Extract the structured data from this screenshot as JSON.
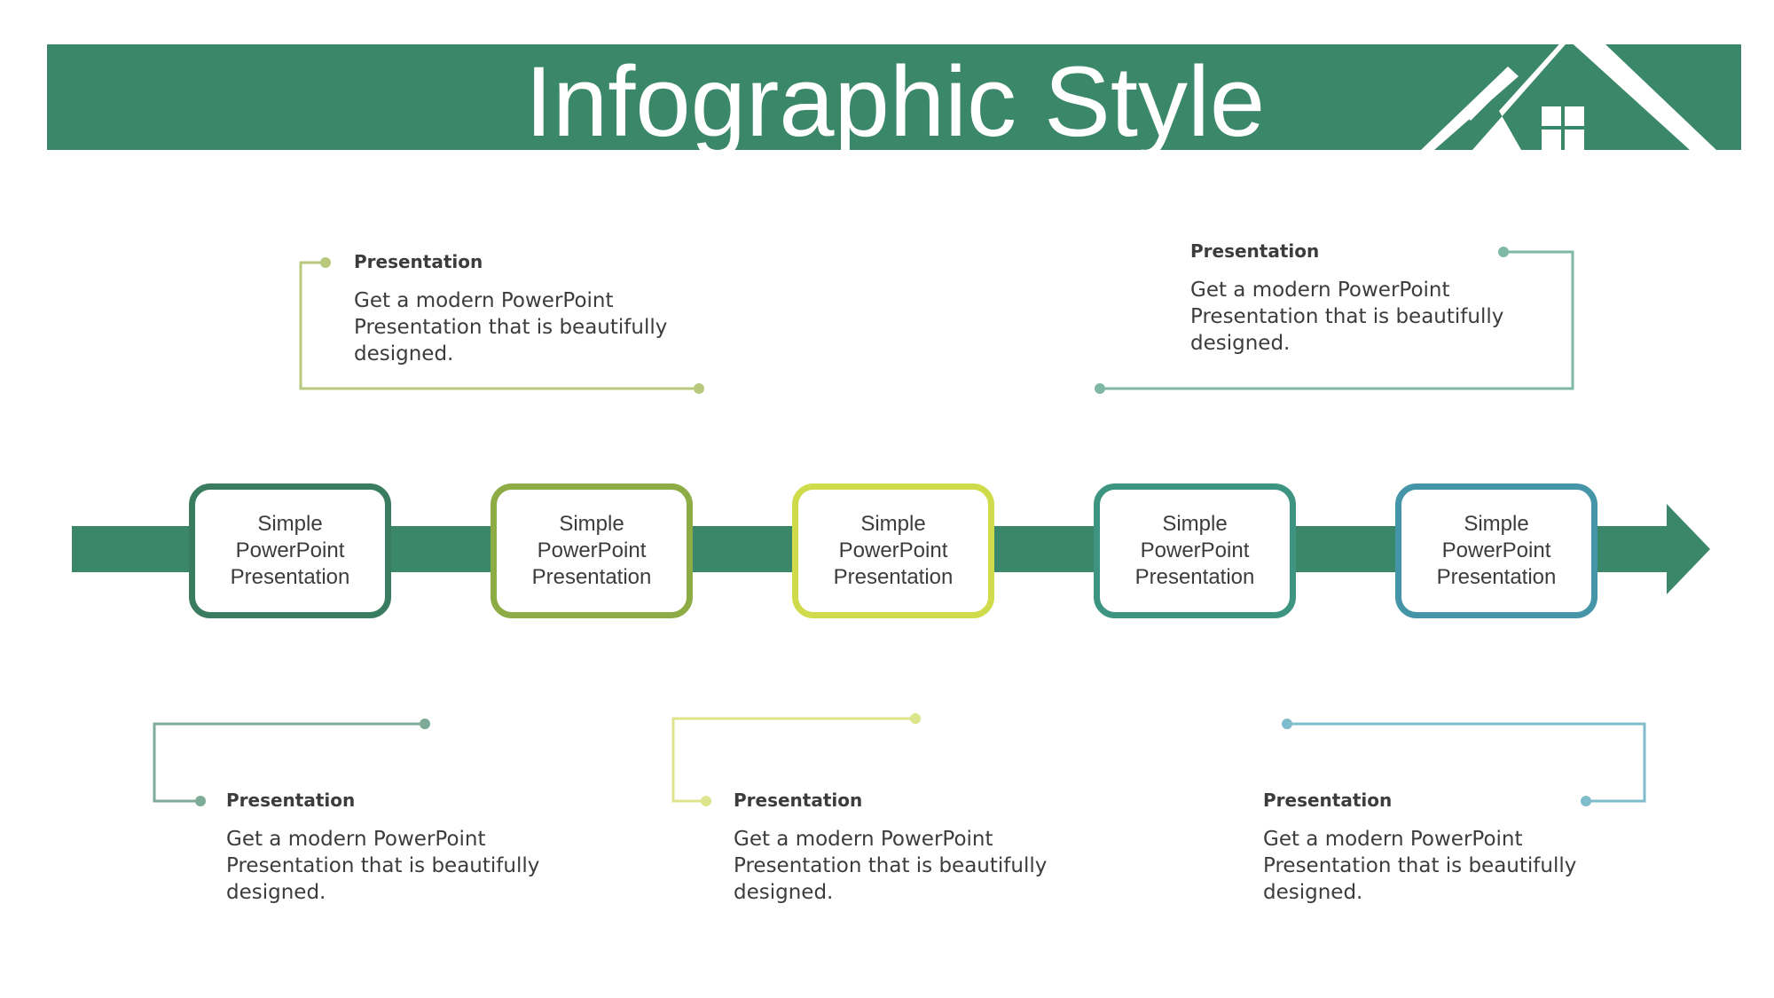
{
  "title": "Infographic Style",
  "colors": {
    "banner": "#3b8769",
    "arrow": "#3b8769",
    "box_borders": [
      "#3a7c5f",
      "#8eac45",
      "#cfdb4a",
      "#3d9480",
      "#4595a8"
    ],
    "connectors": [
      "#b8c87c",
      "#7fb9a5",
      "#7dab98",
      "#dde58c",
      "#7fbccc"
    ]
  },
  "steps": [
    {
      "label": "Simple PowerPoint Presentation"
    },
    {
      "label": "Simple PowerPoint Presentation"
    },
    {
      "label": "Simple PowerPoint Presentation"
    },
    {
      "label": "Simple PowerPoint Presentation"
    },
    {
      "label": "Simple PowerPoint Presentation"
    }
  ],
  "notes": [
    {
      "title": "Presentation",
      "body": "Get a modern PowerPoint Presentation that is beautifully designed."
    },
    {
      "title": "Presentation",
      "body": "Get a modern PowerPoint Presentation that is beautifully designed."
    },
    {
      "title": "Presentation",
      "body": "Get a modern PowerPoint Presentation that is beautifully designed."
    },
    {
      "title": "Presentation",
      "body": "Get a modern PowerPoint Presentation that is beautifully designed."
    },
    {
      "title": "Presentation",
      "body": "Get a modern PowerPoint Presentation that is beautifully designed."
    }
  ]
}
